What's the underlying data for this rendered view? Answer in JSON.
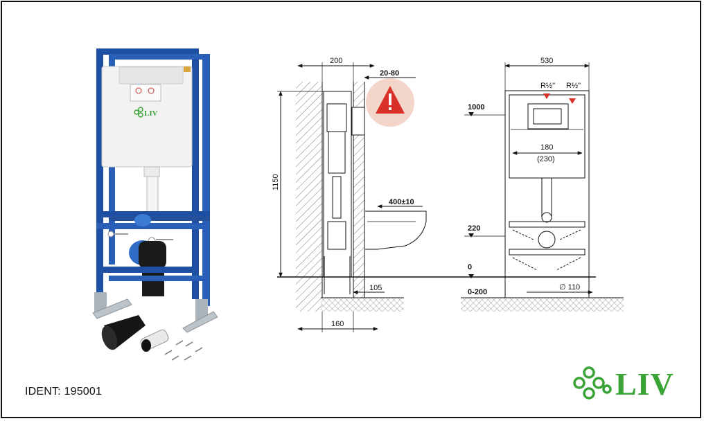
{
  "ident": "IDENT: 195001",
  "brand": {
    "logo_text": "LIV",
    "product_logo_text": "LIV",
    "color_green": "#3aa335"
  },
  "side_view": {
    "dim_width_top": "200",
    "dim_gap": "20-80",
    "dim_height": "1150",
    "dim_bowl": "400±10",
    "dim_offset": "105",
    "dim_bottom": "160"
  },
  "front_view": {
    "dim_width": "530",
    "inlet_left": "R½\"",
    "inlet_right": "R½\"",
    "level_1000": "1000",
    "dim_tank": "180",
    "dim_tank_alt": "(230)",
    "level_220": "220",
    "level_0": "0",
    "level_0_200": "0-200",
    "dim_pipe": "∅ 110"
  },
  "colors": {
    "frame_blue": "#1d4fa3",
    "warning_red": "#d9302a",
    "warning_bg": "#f3d6c9"
  }
}
